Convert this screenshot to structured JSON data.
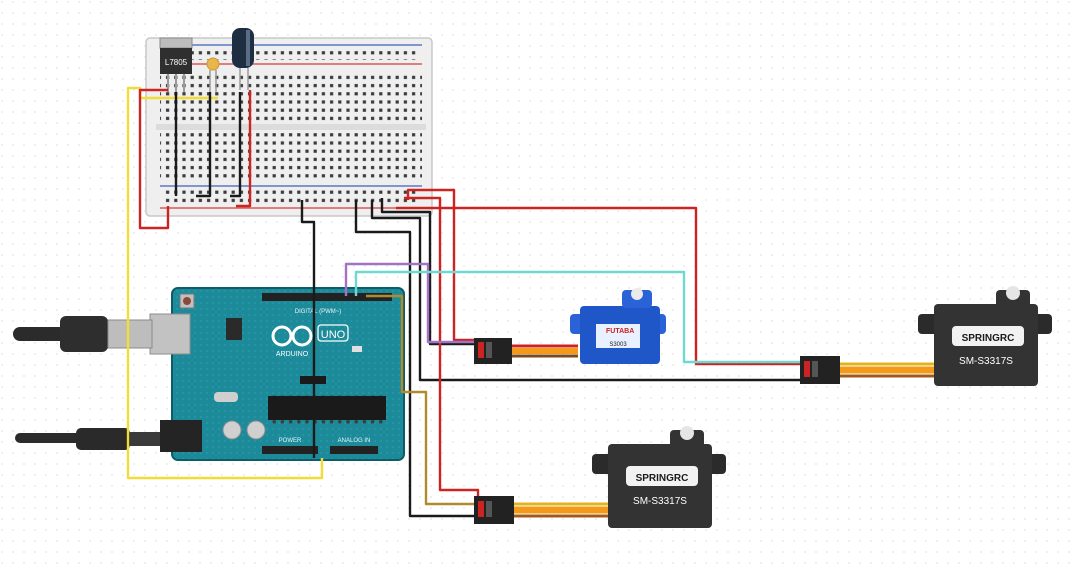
{
  "regulator": {
    "label": "L7805"
  },
  "arduino": {
    "brand": "ARDUINO",
    "model": "UNO",
    "digital_header": "DIGITAL (PWM~)",
    "power_header": "POWER",
    "analog_header": "ANALOG IN"
  },
  "servo_small": {
    "brand": "FUTABA",
    "model": "S3003",
    "color": "#1f56c8"
  },
  "servo_right": {
    "brand": "SPRINGRC",
    "model": "SM-S3317S"
  },
  "servo_bottom": {
    "brand": "SPRINGRC",
    "model": "SM-S3317S"
  },
  "wire_colors": {
    "red": "#cc2323",
    "black": "#1a1a1a",
    "yellow": "#f2dc3a",
    "purple": "#a472c4",
    "cyan": "#6fd8cf",
    "brown": "#b08a2e",
    "orange": "#f39a1a"
  }
}
